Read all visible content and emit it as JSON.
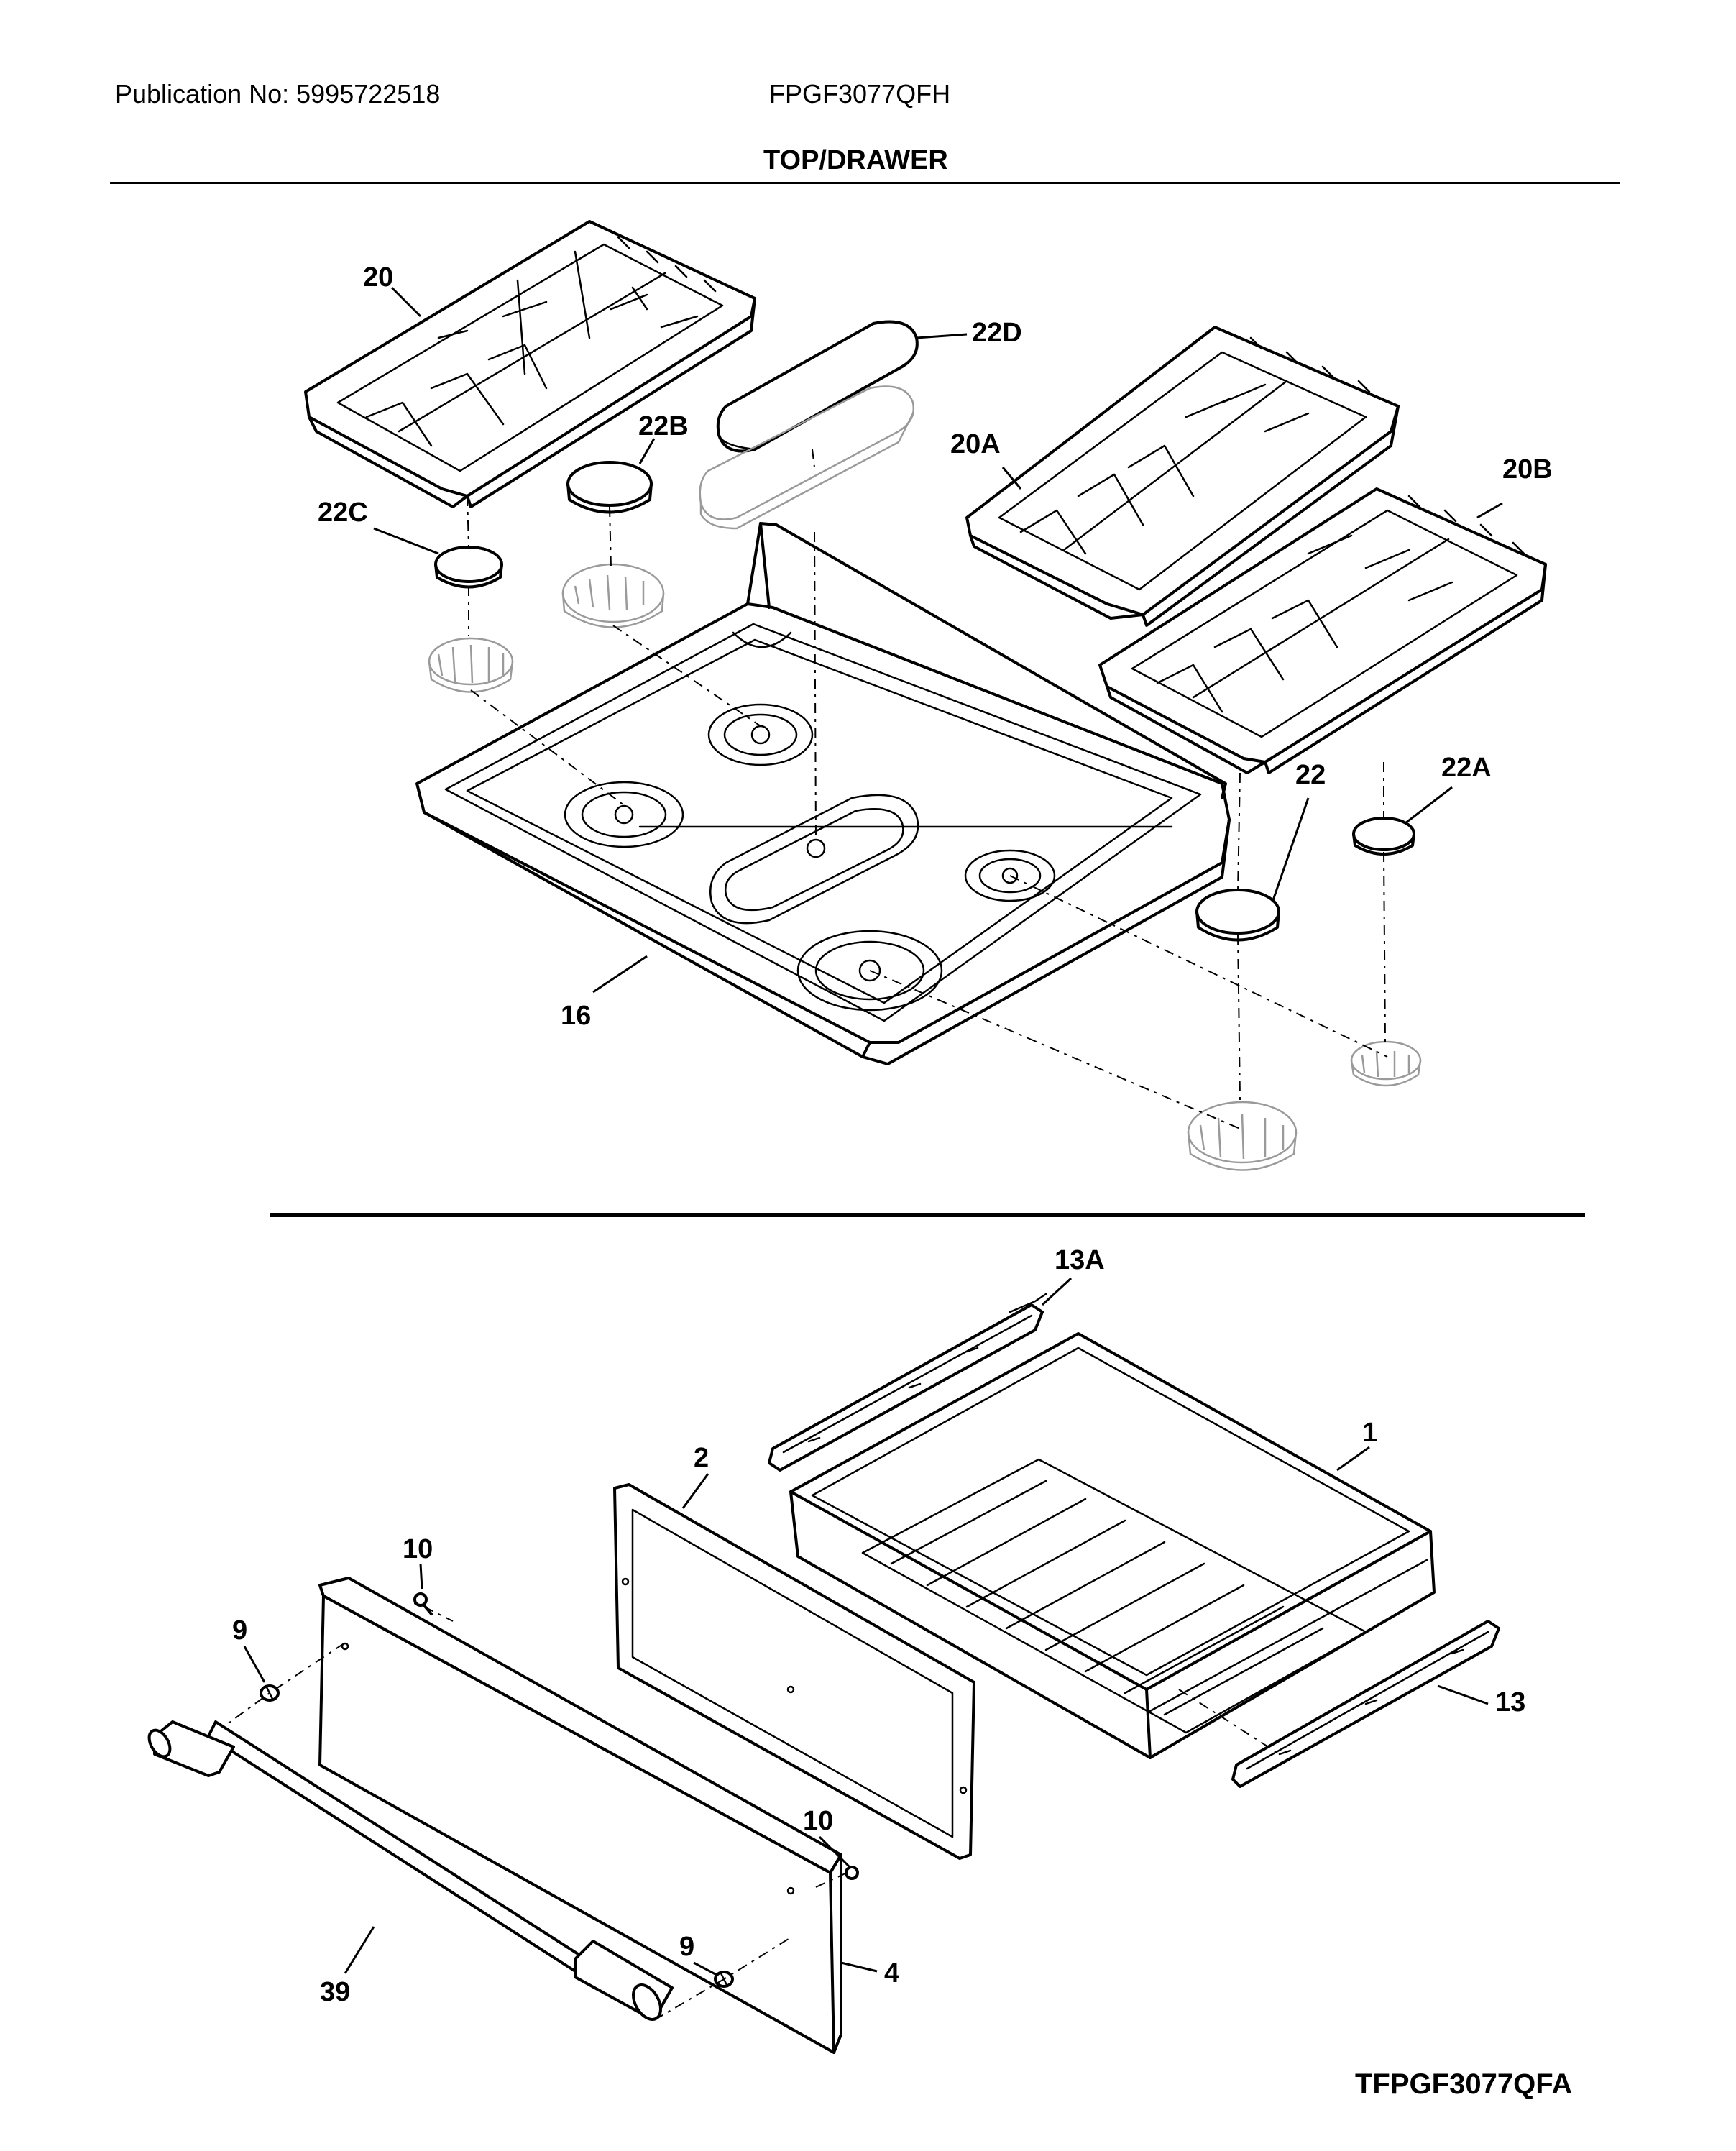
{
  "header": {
    "publication": "Publication No: 5995722518",
    "model": "FPGF3077QFH",
    "section_title": "TOP/DRAWER"
  },
  "footer": {
    "figure_code": "TFPGF3077QFA"
  },
  "callouts": {
    "grate_left": "20",
    "grate_right_rear": "20A",
    "grate_right_front": "20B",
    "cap_22": "22",
    "cap_22a": "22A",
    "cap_22b": "22B",
    "cap_22c": "22C",
    "cap_22d": "22D",
    "cooktop": "16",
    "drawer_slide_left": "13A",
    "drawer_slide_right": "13",
    "drawer_body": "1",
    "drawer_liner": "2",
    "drawer_front": "4",
    "screw_top": "10",
    "screw_right": "10",
    "spacer_left": "9",
    "spacer_right": "9",
    "handle": "39"
  }
}
